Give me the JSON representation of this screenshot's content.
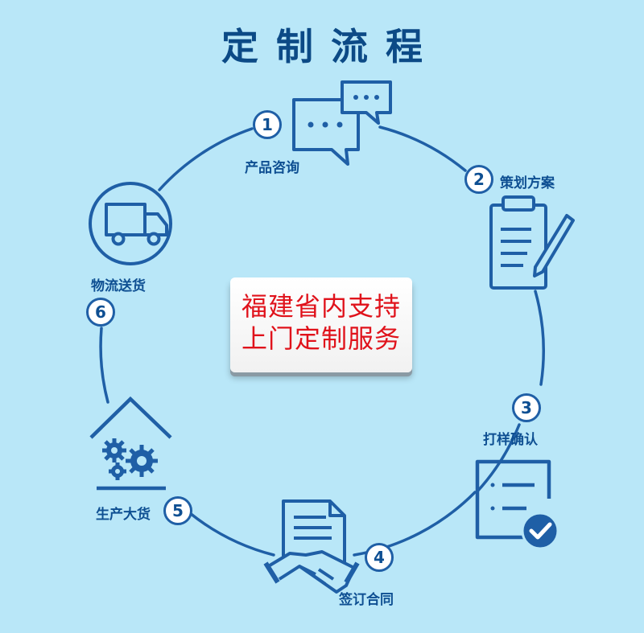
{
  "title": "定制流程",
  "center": {
    "line1": "福建省内支持",
    "line2": "上门定制服务"
  },
  "steps": [
    {
      "number": "1",
      "label": "产品咨询",
      "icon": "chat-bubbles-icon"
    },
    {
      "number": "2",
      "label": "策划方案",
      "icon": "clipboard-pencil-icon"
    },
    {
      "number": "3",
      "label": "打样确认",
      "icon": "checklist-check-icon"
    },
    {
      "number": "4",
      "label": "签订合同",
      "icon": "handshake-document-icon"
    },
    {
      "number": "5",
      "label": "生产大货",
      "icon": "factory-gears-icon"
    },
    {
      "number": "6",
      "label": "物流送货",
      "icon": "delivery-truck-icon"
    }
  ],
  "colors": {
    "background": "#b9e7f8",
    "primary": "#0e4f92",
    "accent_text": "#e0121b"
  }
}
